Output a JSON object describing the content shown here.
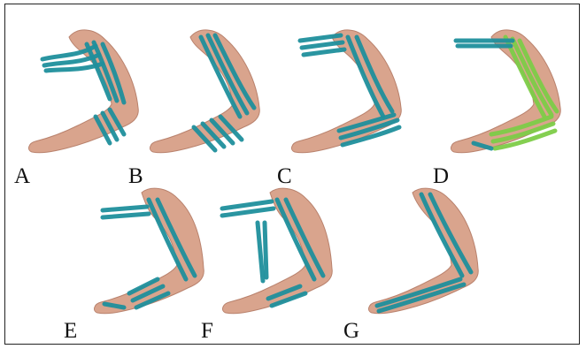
{
  "colors": {
    "skin": "#d9a48d",
    "skin_shade": "#b9826d",
    "tape_teal": "#1f8f9c",
    "tape_green": "#7dcc48",
    "border": "#222222"
  },
  "panels": [
    {
      "label": "A",
      "tape": "teal"
    },
    {
      "label": "B",
      "tape": "teal"
    },
    {
      "label": "C",
      "tape": "teal"
    },
    {
      "label": "D",
      "tape": "green"
    },
    {
      "label": "E",
      "tape": "teal"
    },
    {
      "label": "F",
      "tape": "teal"
    },
    {
      "label": "G",
      "tape": "teal"
    }
  ]
}
